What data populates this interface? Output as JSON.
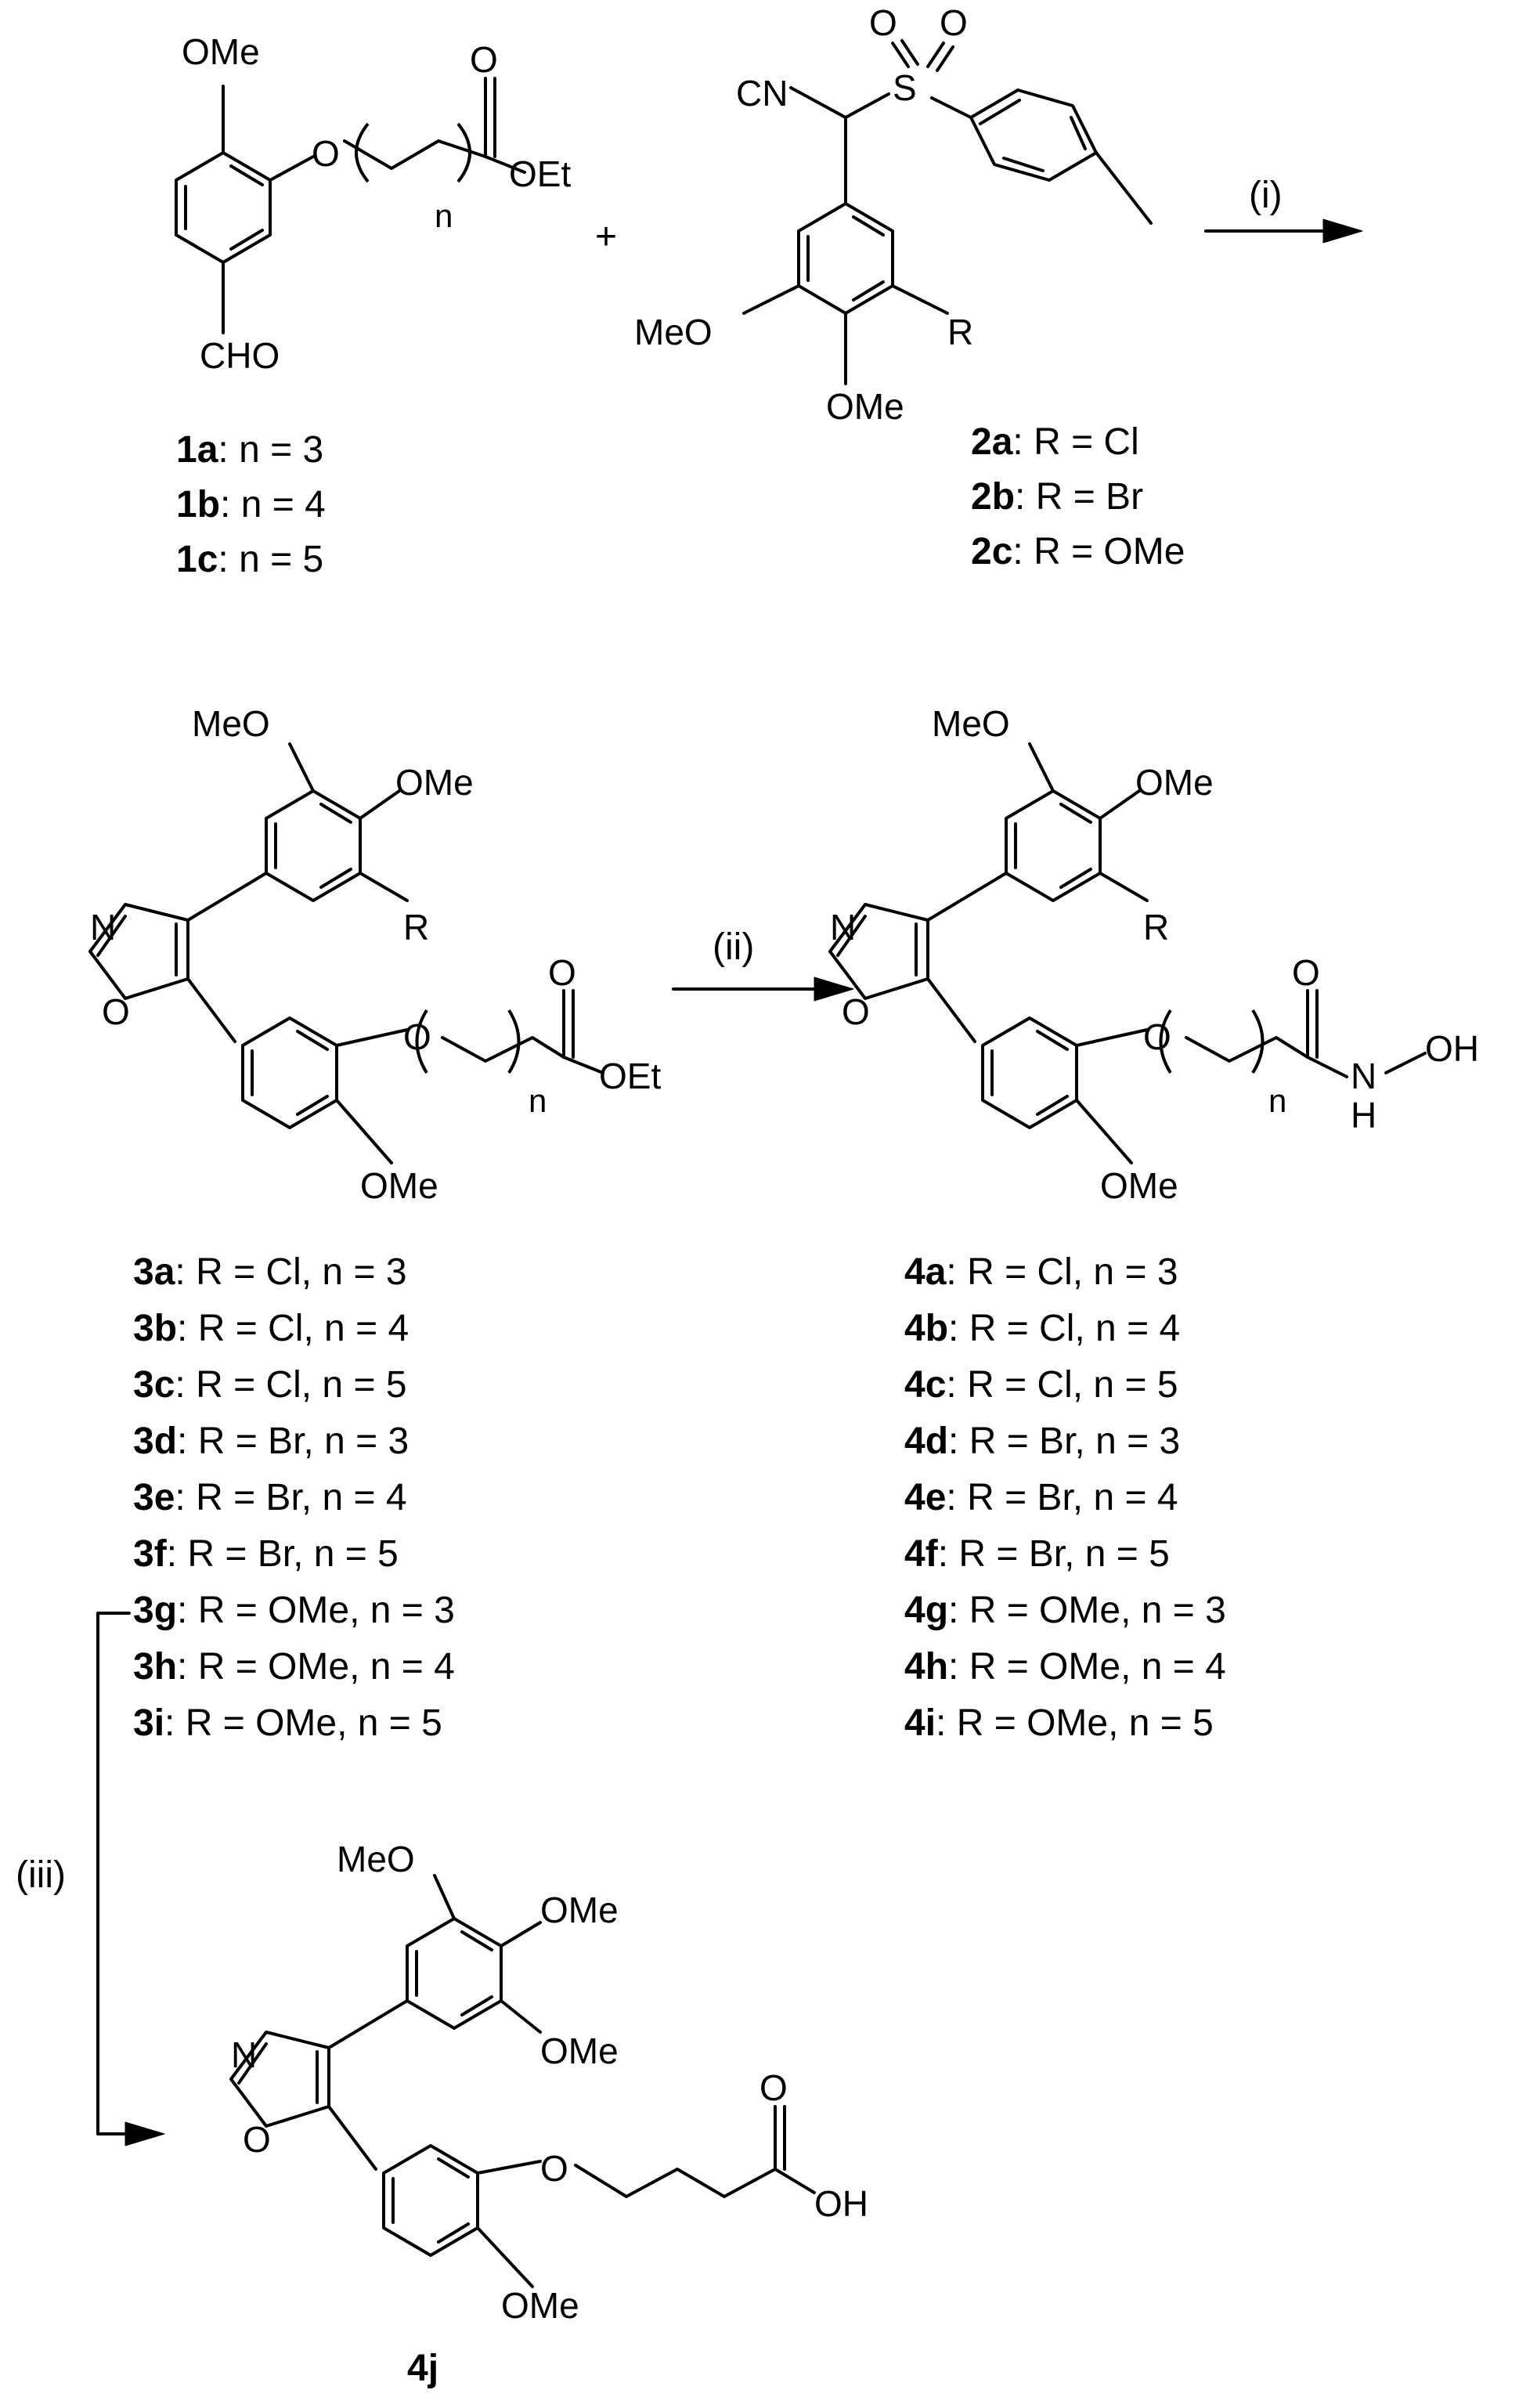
{
  "atoms": {
    "OMe": "OMe",
    "MeO": "MeO",
    "O": "O",
    "OEt": "OEt",
    "CHO": "CHO",
    "n": "n",
    "CN": "CN",
    "S": "S",
    "R": "R",
    "N": "N",
    "OH": "OH",
    "NH_H": "H"
  },
  "operators": {
    "plus": "+"
  },
  "reagents": {
    "step_i": "(i)",
    "step_ii": "(ii)",
    "step_iii": "(iii)"
  },
  "compound_ids": {
    "c1a": "1a",
    "c1b": "1b",
    "c1c": "1c",
    "c2a": "2a",
    "c2b": "2b",
    "c2c": "2c",
    "c3a": "3a",
    "c3b": "3b",
    "c3c": "3c",
    "c3d": "3d",
    "c3e": "3e",
    "c3f": "3f",
    "c3g": "3g",
    "c3h": "3h",
    "c3i": "3i",
    "c4a": "4a",
    "c4b": "4b",
    "c4c": "4c",
    "c4d": "4d",
    "c4e": "4e",
    "c4f": "4f",
    "c4g": "4g",
    "c4h": "4h",
    "c4i": "4i",
    "c4j": "4j"
  },
  "compound_desc": {
    "c1a": ": n = 3",
    "c1b": ": n = 4",
    "c1c": ": n = 5",
    "c2a": ": R = Cl",
    "c2b": ": R = Br",
    "c2c": ": R = OMe",
    "c3a": ": R = Cl, n = 3",
    "c3b": ": R = Cl, n = 4",
    "c3c": ": R = Cl, n = 5",
    "c3d": ": R = Br, n = 3",
    "c3e": ": R = Br, n = 4",
    "c3f": ": R = Br, n = 5",
    "c3g": ": R = OMe, n = 3",
    "c3h": ": R = OMe, n = 4",
    "c3i": ": R = OMe, n = 5",
    "c4a": ": R = Cl, n = 3",
    "c4b": ": R = Cl, n = 4",
    "c4c": ": R = Cl, n = 5",
    "c4d": ": R = Br, n = 3",
    "c4e": ": R = Br, n = 4",
    "c4f": ": R = Br, n = 5",
    "c4g": ": R = OMe, n = 3",
    "c4h": ": R = OMe, n = 4",
    "c4i": ": R = OMe, n = 5"
  }
}
